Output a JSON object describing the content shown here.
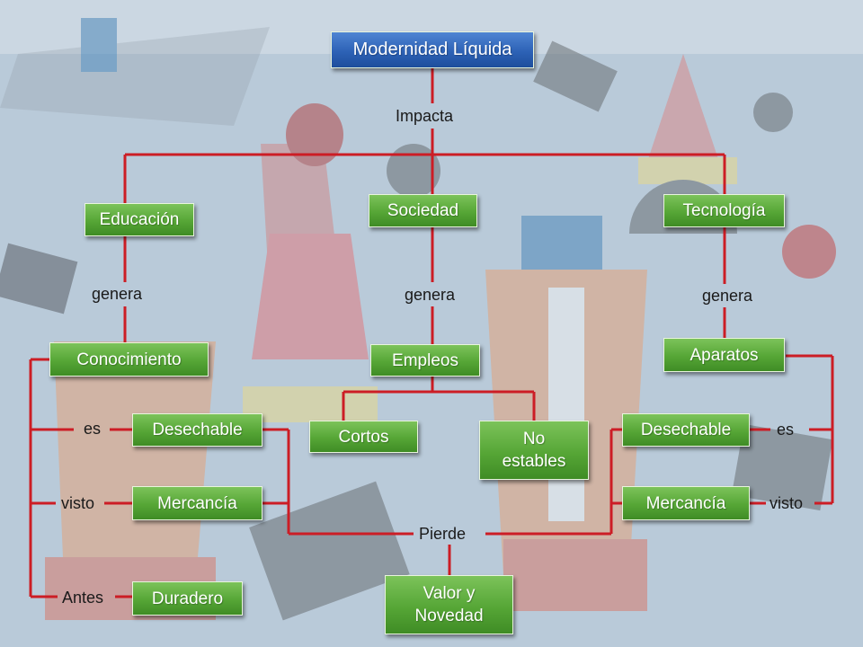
{
  "diagram": {
    "root": "Modernidad Líquida",
    "impacta": "Impacta",
    "nodes": {
      "educacion": "Educación",
      "sociedad": "Sociedad",
      "tecnologia": "Tecnología",
      "conocimiento": "Conocimiento",
      "empleos": "Empleos",
      "aparatos": "Aparatos",
      "desechable_left": "Desechable",
      "mercancia_left": "Mercancía",
      "duradero": "Duradero",
      "cortos": "Cortos",
      "no_estables": "No\nestables",
      "desechable_right": "Desechable",
      "mercancia_right": "Mercancía",
      "valor_novedad": "Valor y\nNovedad"
    },
    "labels": {
      "genera_left": "genera",
      "genera_center": "genera",
      "genera_right": "genera",
      "es_left": "es",
      "visto_left": "visto",
      "antes": "Antes",
      "es_right": "es",
      "visto_right": "visto",
      "pierde": "Pierde"
    },
    "colors": {
      "line": "#cc1d25",
      "node_green": "#56a636",
      "node_blue": "#2d62b6",
      "background": "#b9cad9"
    }
  }
}
